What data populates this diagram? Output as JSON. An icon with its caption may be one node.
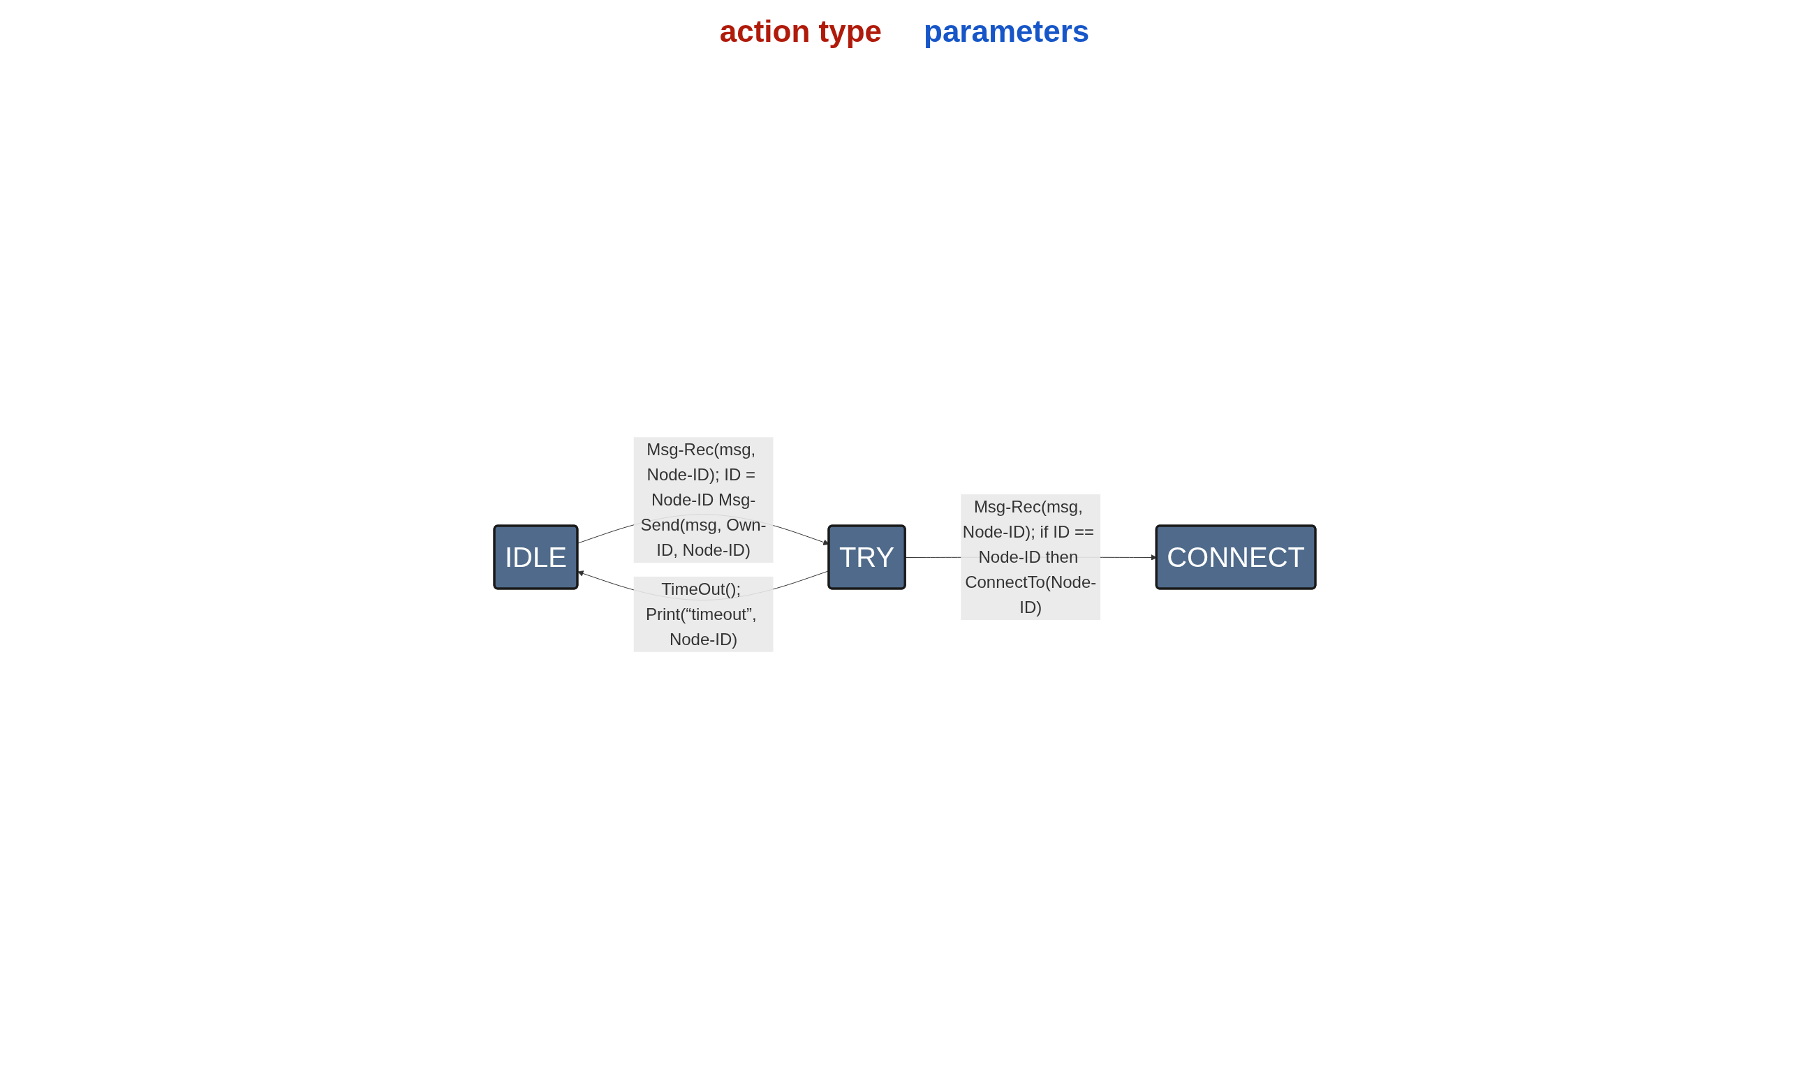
{
  "diagram": {
    "nodes": [
      {
        "text": [
          "IDLE"
        ]
      },
      {
        "text": [
          "TRY"
        ]
      },
      {
        "text": [
          "CONNECT"
        ]
      }
    ],
    "edges": [
      {
        "from": 0,
        "to": 1,
        "arrow": "to",
        "label": "Msg-Rec(msg, Node-ID); ID = Node-ID Msg-Send(msg, Own-ID, Node-ID)"
      },
      {
        "from": 1,
        "to": 0,
        "arrow": "to",
        "label": "TimeOut(); Print(“timeout”, Node-ID)"
      },
      {
        "from": 1,
        "to": 2,
        "arrow": "to",
        "label": "Msg-Rec(msg, Node-ID); if ID == Node-ID then ConnectTo(Node-ID)"
      }
    ],
    "labels": [
      "action type",
      "parameters"
    ]
  }
}
